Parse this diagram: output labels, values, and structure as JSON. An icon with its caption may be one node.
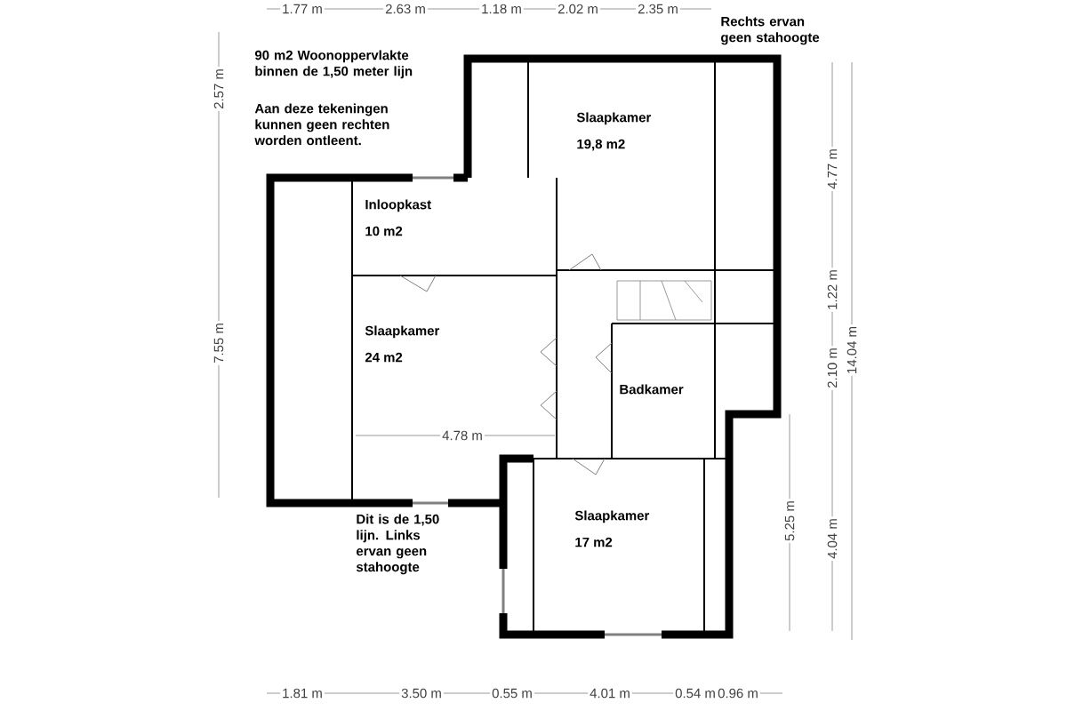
{
  "diagram": {
    "nodes": [
      {
        "text": [
          "Slaapkamer",
          "19,8  m2"
        ]
      },
      {
        "text": [
          "Inloopkast",
          "10 m2"
        ]
      },
      {
        "text": [
          "Slaapkamer",
          "24  m2"
        ]
      },
      {
        "text": [
          "Badkamer"
        ]
      },
      {
        "text": [
          "Slaapkamer",
          "17 m2"
        ]
      }
    ],
    "labels": [
      "1.77 m",
      "2.63 m",
      "1.18 m",
      "2.02 m",
      "2.35 m",
      "Rechts ervan geen stahoogte",
      "90 m2 Woonoppervlakte binnen de 1,50 meter lijn",
      "Aan deze tekeningen kunnen geen rechten worden ontleent.",
      "2.57 m",
      "4.77 m",
      "1.22 m",
      "7.55 m",
      "2.10 m",
      "14.04 m",
      "4.78 m",
      "Dit is de 1,50 lijn. Links ervan geen stahoogte",
      "5.25 m",
      "4.04 m",
      "1.81 m",
      "3.50 m",
      "0.55 m",
      "4.01 m",
      "0.54 m",
      "0.96 m"
    ]
  }
}
